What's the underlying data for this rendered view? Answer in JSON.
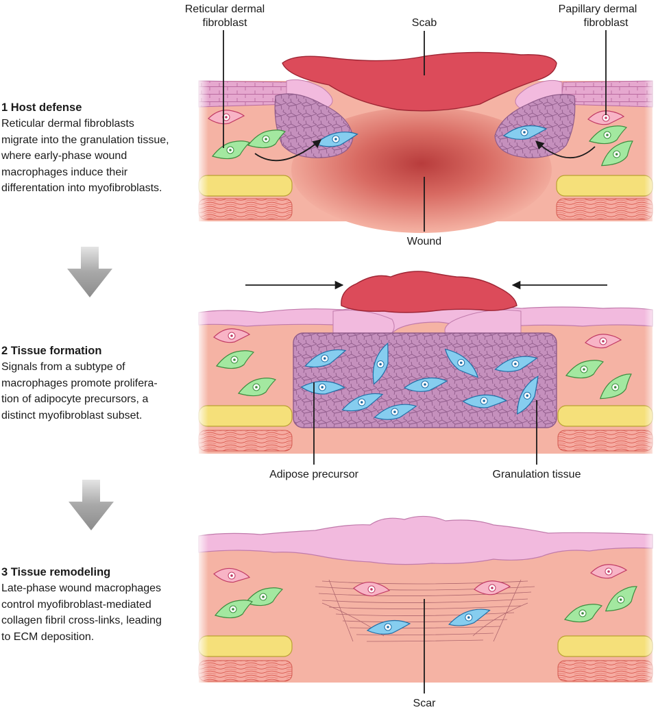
{
  "stages": [
    {
      "title": "1 Host defense",
      "lines": [
        "Reticular dermal fibroblasts",
        "migrate into the granulation tissue,",
        "where early-phase wound",
        "macrophages induce their",
        "differentation into myofibroblasts."
      ]
    },
    {
      "title": "2 Tissue formation",
      "lines": [
        "Signals from a subtype of",
        "macrophages promote prolifera-",
        "tion of adipocyte precursors, a",
        "distinct myofibroblast subset."
      ]
    },
    {
      "title": "3 Tissue remodeling",
      "lines": [
        "Late-phase wound macrophages",
        "control myofibroblast-mediated",
        "collagen fibril cross-links, leading",
        "to ECM deposition."
      ]
    }
  ],
  "labels": {
    "reticular_line1": "Reticular dermal",
    "reticular_line2": "fibroblast",
    "scab": "Scab",
    "papillary_line1": "Papillary dermal",
    "papillary_line2": "fibroblast",
    "wound": "Wound",
    "adipose_precursor": "Adipose precursor",
    "granulation_tissue": "Granulation tissue",
    "scar": "Scar"
  },
  "colors": {
    "dermis": "#f5b3a4",
    "epidermis": "#f2b8dd",
    "scab": "#dc4b5a",
    "fat": "#f5e07a",
    "muscle": "#f4a39a",
    "granulation": "#c48ab8",
    "fibroblast_green": "#9be59a",
    "fibroblast_pink": "#f6b0c2",
    "myofibroblast_blue": "#7cc8ee",
    "arrow_gray": "#9a9a9a"
  }
}
